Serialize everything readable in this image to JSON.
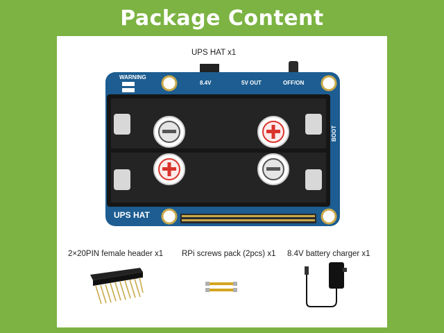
{
  "header": {
    "title": "Package Content"
  },
  "items": [
    {
      "label": "UPS HAT x1"
    },
    {
      "label": "2×20PIN female header x1"
    },
    {
      "label": "RPi screws pack (2pcs) x1"
    },
    {
      "label": "8.4V battery charger x1"
    }
  ],
  "board": {
    "name": "UPS HAT",
    "warning": "WARNING",
    "voltage": "8.4V",
    "out": "5V OUT",
    "switch": "OFF/ON",
    "boot": "BOOT"
  },
  "colors": {
    "frame": "#7cb342",
    "pcb": "#1d5d91",
    "battery_holder": "#1a1a1a",
    "plus": "#d9342b",
    "minus": "#555555"
  },
  "icons": [
    "minus-terminal-icon",
    "plus-terminal-icon"
  ]
}
